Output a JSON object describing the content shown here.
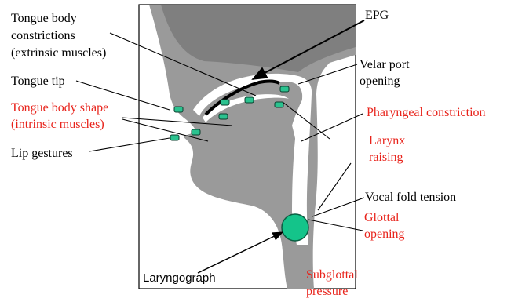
{
  "colors": {
    "tissue": "#9a9a9a",
    "airway": "#ffffff",
    "sensor": "#2bc28f",
    "sensor_dark": "#0a3d2c",
    "laryngograph": "#14c48a",
    "label_black": "#000000",
    "label_red": "#e8231b"
  },
  "labels": {
    "tongue_body_constrictions": [
      "Tongue body",
      "constrictions",
      "(extrinsic muscles)"
    ],
    "tongue_tip": "Tongue tip",
    "tongue_body_shape": [
      "Tongue body shape",
      "(intrinsic muscles)"
    ],
    "lip_gestures": "Lip gestures",
    "epg": "EPG",
    "velar_port": [
      "Velar port",
      "opening"
    ],
    "pharyngeal_constriction": "Pharyngeal constriction",
    "larynx_raising": [
      "Larynx",
      "raising"
    ],
    "vocal_fold_tension": "Vocal fold tension",
    "glottal_opening": [
      "Glottal",
      "opening"
    ],
    "laryngograph": "Laryngograph",
    "subglottal_pressure": [
      "Subglottal",
      "pressure"
    ]
  },
  "icons": {
    "sensor": "epg-sensor-icon",
    "laryngograph": "laryngograph-electrode-icon"
  }
}
